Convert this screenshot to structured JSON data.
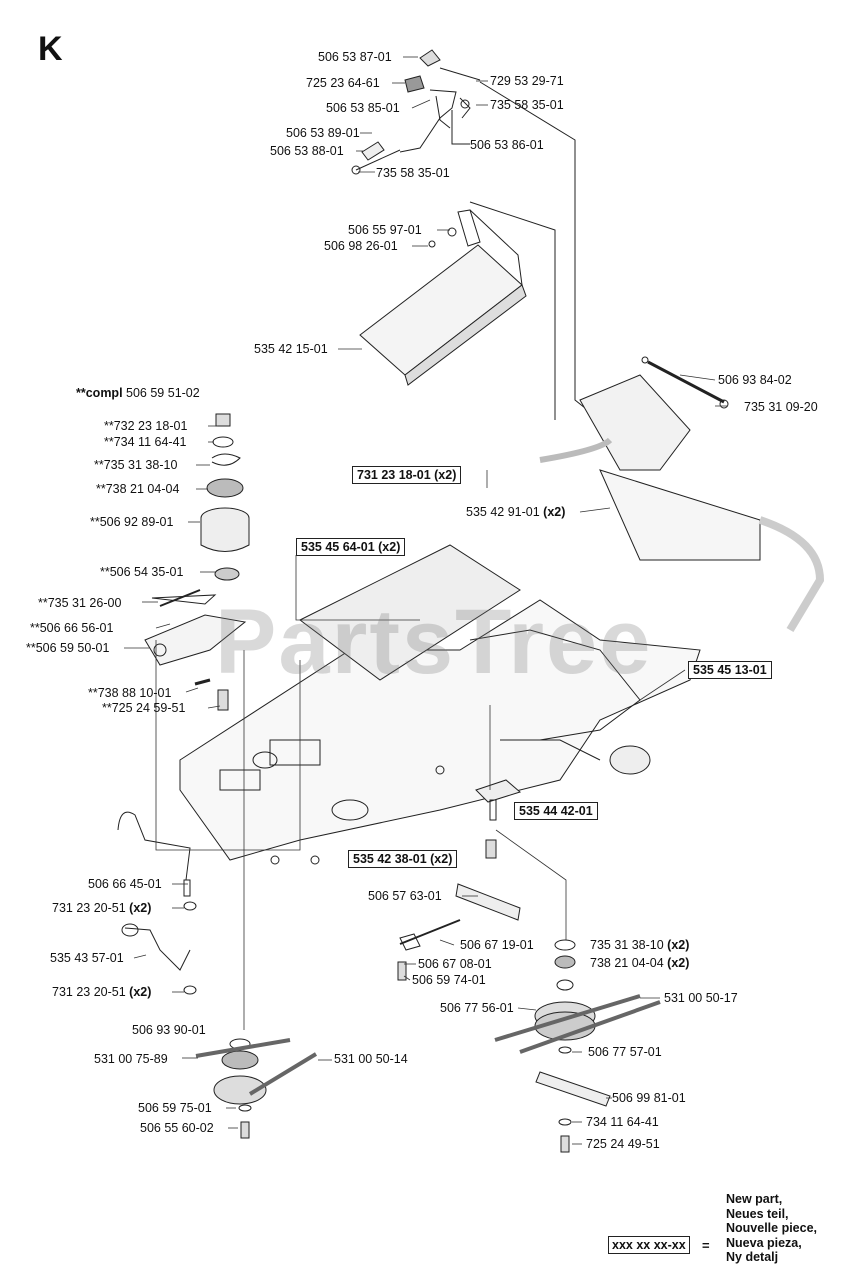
{
  "section_letter": "K",
  "watermark": "PartsTree",
  "plain_labels": [
    {
      "text": "506 53 87-01"
    },
    {
      "text": "725 23 64-61"
    },
    {
      "text": "729 53 29-71"
    },
    {
      "text": "506 53 85-01"
    },
    {
      "text": "735 58 35-01"
    },
    {
      "text": "506 53 89-01"
    },
    {
      "text": "506 53 88-01"
    },
    {
      "text": "506 53 86-01"
    },
    {
      "text": "735 58 35-01"
    },
    {
      "text": "506 55 97-01"
    },
    {
      "text": "506 98 26-01"
    },
    {
      "text": "535 42 15-01"
    },
    {
      "text": "506 93 84-02"
    },
    {
      "text": "735 31 09-20"
    },
    {
      "text": "**732 23 18-01"
    },
    {
      "text": "**734 11 64-41"
    },
    {
      "text": "**735 31 38-10"
    },
    {
      "text": "**738 21 04-04"
    },
    {
      "text": "**506 92 89-01"
    },
    {
      "text": "**506 54 35-01"
    },
    {
      "text": "**735 31 26-00"
    },
    {
      "text": "**506 66 56-01"
    },
    {
      "text": "**506 59 50-01"
    },
    {
      "text": "**738 88 10-01"
    },
    {
      "text": "**725 24 59-51"
    },
    {
      "text": "506 66 45-01"
    },
    {
      "text": "535 43 57-01"
    },
    {
      "text": "506 57 63-01"
    },
    {
      "text": "506 67 19-01"
    },
    {
      "text": "506 67 08-01"
    },
    {
      "text": "506 59 74-01"
    },
    {
      "text": "506 77 56-01"
    },
    {
      "text": "531 00 50-17"
    },
    {
      "text": "506 77 57-01"
    },
    {
      "text": "506 99 81-01"
    },
    {
      "text": "734 11 64-41"
    },
    {
      "text": "725 24 49-51"
    },
    {
      "text": "506 93 90-01"
    },
    {
      "text": "531 00 75-89"
    },
    {
      "text": "531 00 50-14"
    },
    {
      "text": "506 59 75-01"
    },
    {
      "text": "506 55 60-02"
    }
  ],
  "compl_label": {
    "prefix": "**compl",
    "text": "506 59 51-02"
  },
  "qty_labels": [
    {
      "text": "535 42 91-01",
      "qty": "(x2)"
    },
    {
      "text": "731 23 20-51",
      "qty": "(x2)"
    },
    {
      "text": "731 23 20-51",
      "qty": "(x2)"
    },
    {
      "text": "735 31 38-10",
      "qty": "(x2)"
    },
    {
      "text": "738 21 04-04",
      "qty": "(x2)"
    }
  ],
  "boxed_labels": [
    {
      "text": "731 23 18-01 (x2)"
    },
    {
      "text": "535 45 64-01 (x2)"
    },
    {
      "text": "535 45 13-01"
    },
    {
      "text": "535 44 42-01"
    },
    {
      "text": "535 42 38-01 (x2)"
    }
  ],
  "legend": {
    "box_text": "xxx xx xx-xx",
    "equals": "=",
    "lines": [
      "New part,",
      "Neues teil,",
      "Nouvelle piece,",
      "Nueva pieza,",
      "Ny detalj"
    ]
  }
}
